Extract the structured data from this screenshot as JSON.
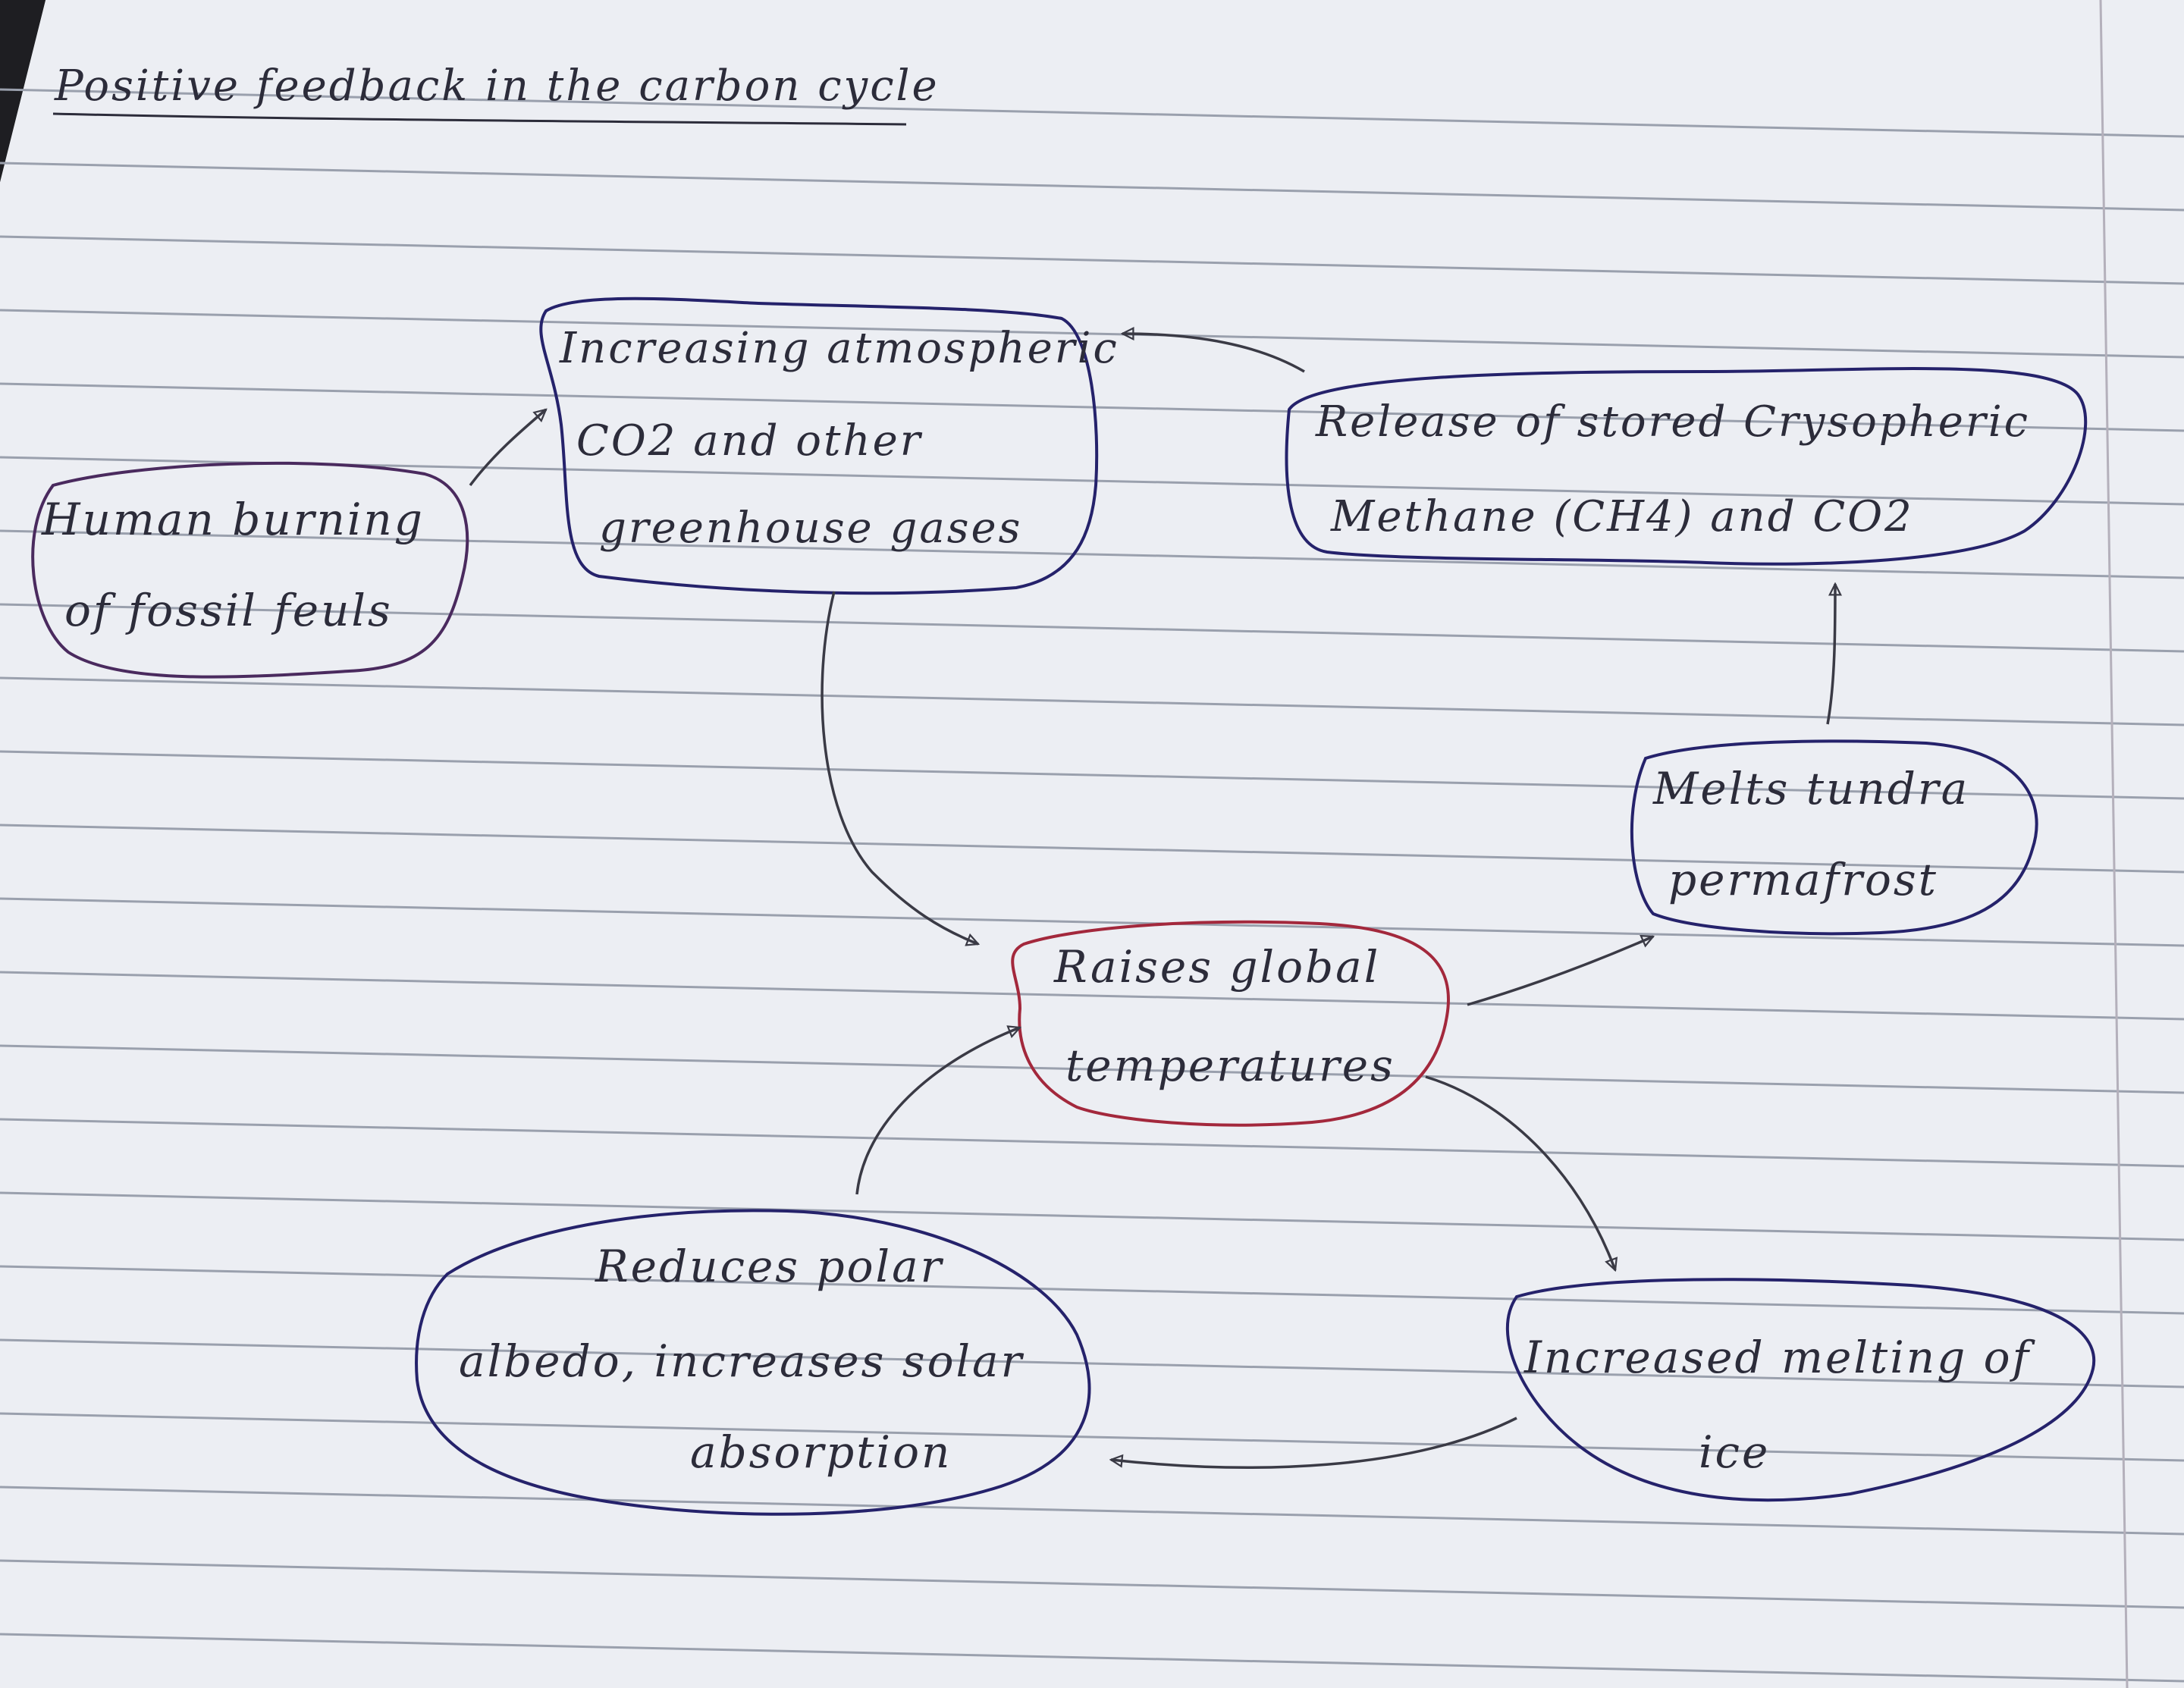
{
  "title": "Positive feedback in the carbon cycle",
  "colors": {
    "paper": "#eceef3",
    "rule_line": "#9aa0ad",
    "margin_line": "#b4b0bb",
    "ink_blue": "#25226b",
    "ink_purple": "#4a2a5e",
    "ink_red": "#a3283c",
    "ink_text": "#2c2c3a",
    "arrow": "#3a3a45"
  },
  "nodes": {
    "human": {
      "lines": [
        "Human burning",
        "of fossil feuls"
      ]
    },
    "atmospheric": {
      "lines": [
        "Increasing atmospheric",
        "CO2 and other",
        "greenhouse gases"
      ]
    },
    "release": {
      "lines": [
        "Release of stored Crysopheric",
        "Methane (CH4) and CO2"
      ]
    },
    "tundra": {
      "lines": [
        "Melts tundra",
        "permafrost"
      ]
    },
    "temperatures": {
      "lines": [
        "Raises global",
        "temperatures"
      ]
    },
    "albedo": {
      "lines": [
        "Reduces polar",
        "albedo, increases solar",
        "absorption"
      ]
    },
    "ice": {
      "lines": [
        "Increased melting of",
        "ice"
      ]
    }
  }
}
